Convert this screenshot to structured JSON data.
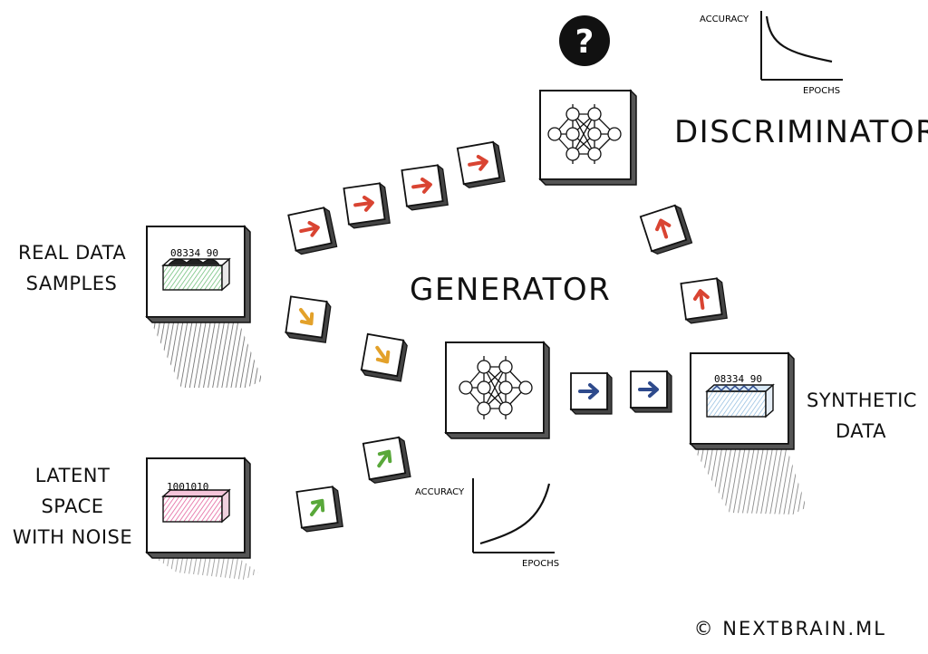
{
  "labels": {
    "real_data_samples": [
      "REAL DATA",
      "SAMPLES"
    ],
    "latent_space": [
      "LATENT",
      "SPACE",
      "WITH NOISE"
    ],
    "synthetic_data": [
      "SYNTHETIC",
      "DATA"
    ],
    "generator": "GENERATOR",
    "discriminator": "DISCRIMINATOR",
    "copyright": "© NEXTBRAIN.ML",
    "question_mark": "?"
  },
  "real_box_digits": "08334 90",
  "latent_box_digits": "1001010",
  "synthetic_box_digits": "08334 90",
  "charts": {
    "discriminator": {
      "ylabel": "ACCURACY",
      "xlabel": "EPOCHS",
      "trend": "decreasing"
    },
    "generator": {
      "ylabel": "ACCURACY",
      "xlabel": "EPOCHS",
      "trend": "increasing"
    }
  },
  "colors": {
    "real_to_discriminator": "#d94432",
    "real_to_generator": "#e3a12a",
    "noise_to_generator": "#59a83a",
    "generator_to_synthetic": "#2e4a8c",
    "synthetic_to_discriminator": "#d94432",
    "real_box_fill": "#5fb86a",
    "latent_box_fill": "#e25a97",
    "synthetic_box_fill": "#8ab8dd"
  },
  "arrow_icons": [
    "arrow-right-icon",
    "arrow-down-right-icon",
    "arrow-up-right-icon",
    "arrow-up-icon"
  ]
}
